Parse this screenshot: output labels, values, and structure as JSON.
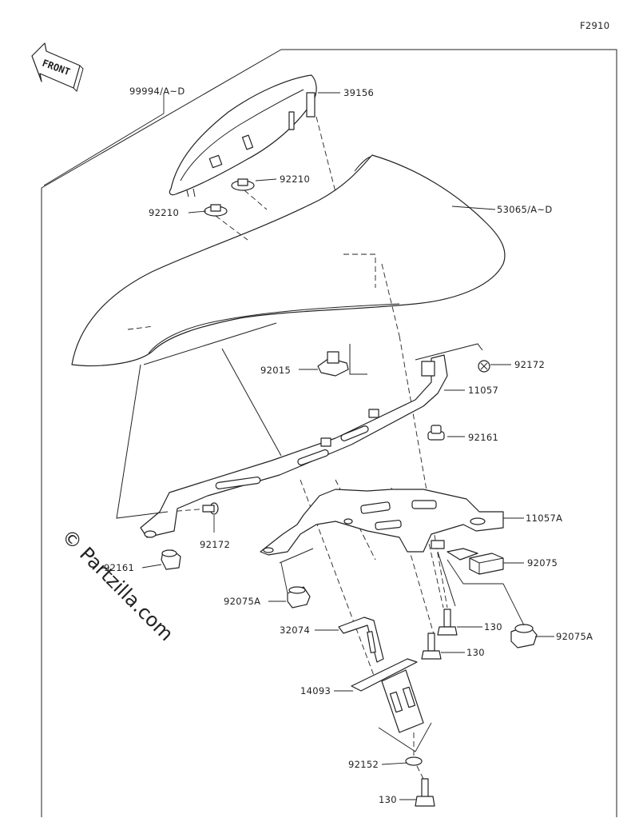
{
  "figure_code": "F2910",
  "front_label": "FRONT",
  "watermark": "© Partzilla.com",
  "parts": [
    "99994/A~D",
    "39156",
    "92210",
    "92210",
    "53065/A~D",
    "92015",
    "92172",
    "11057",
    "92161",
    "11057A",
    "92172",
    "92161",
    "92075",
    "92075A",
    "130",
    "32074",
    "130",
    "92075A",
    "14093",
    "92152",
    "130"
  ]
}
